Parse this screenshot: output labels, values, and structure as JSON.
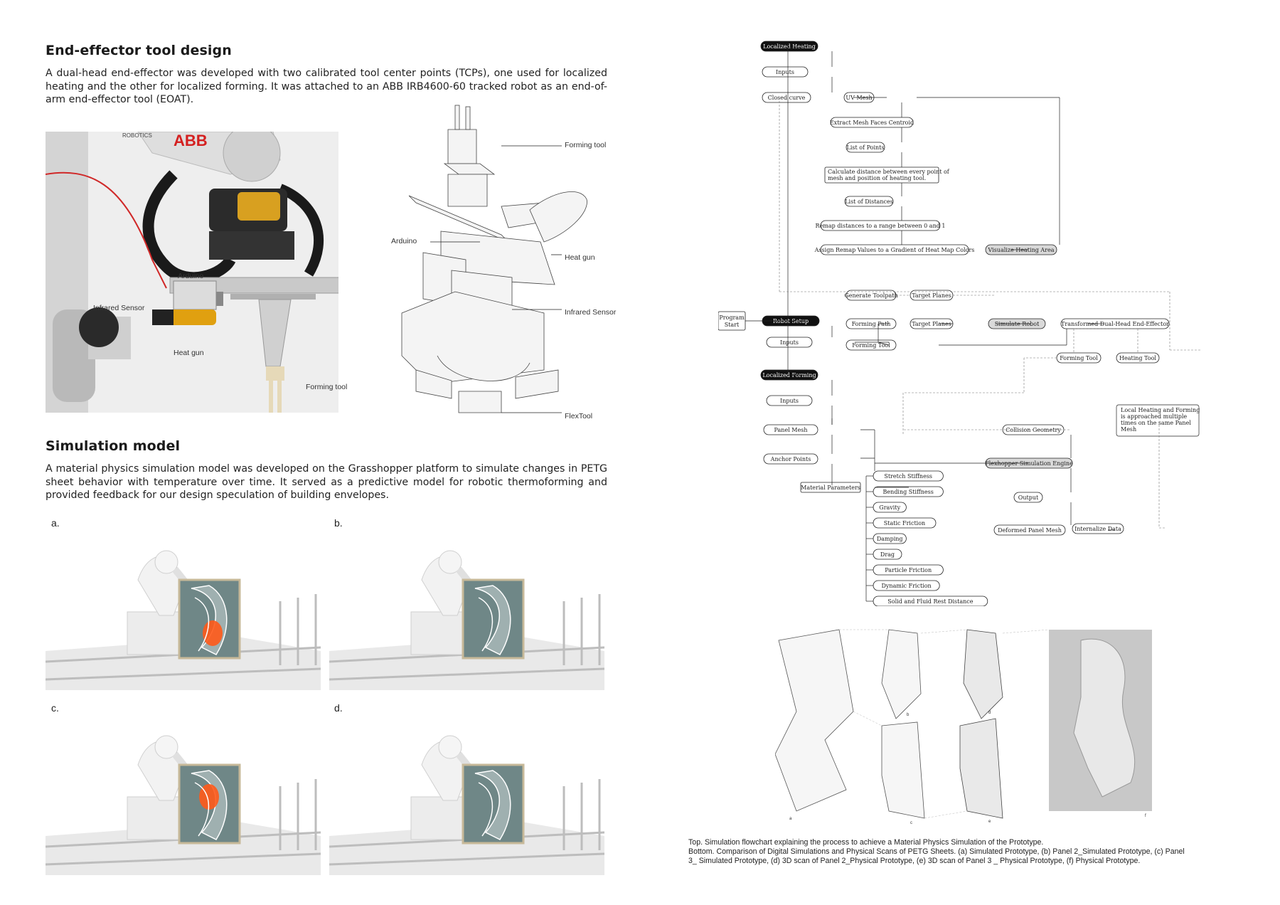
{
  "sections": {
    "end_effector": {
      "heading": "End-effector tool design",
      "paragraph": "A dual-head end-effector was developed with two calibrated tool center points (TCPs), one used for localized heating and the other for localized forming. It was attached to an ABB IRB4600-60 tracked robot as an end-of-arm end-effector tool (EOAT)."
    },
    "simulation": {
      "heading": "Simulation model",
      "paragraph": "A material physics simulation model was developed on the Grasshopper platform to simulate changes in PETG sheet behavior with temperature over time. It served as a predictive model for robotic thermoforming and provided feedback for our design speculation of building envelopes."
    }
  },
  "photo_labels": {
    "arduino": "Arduino",
    "infrared_sensor": "Infrared Sensor",
    "heat_gun": "Heat gun",
    "forming_tool": "Forming tool"
  },
  "diagram_labels": {
    "forming_tool": "Forming tool",
    "arduino": "Arduino",
    "heat_gun": "Heat gun",
    "infrared_sensor": "Infrared Sensor",
    "flextool": "FlexTool"
  },
  "panel_labels": [
    "a.",
    "b.",
    "c.",
    "d."
  ],
  "flowchart": {
    "localized_heating": "Localized Heating",
    "inputs_1": "Inputs",
    "closed_curve": "Closed curve",
    "uv_mesh": "UV Mesh",
    "extract_centroid": "Extract Mesh Faces Centroid",
    "list_points": "List of Points",
    "calc_distance_1": "Calculate distance between every point of",
    "calc_distance_2": "mesh and position of heating tool.",
    "list_distances": "List of Distances",
    "remap": "Remap distances to a range between 0 and 1",
    "assign_remap": "Assign Remap Values to a Gradient of Heat Map Colors",
    "visualize": "Visualize Heating Area",
    "generate_toolpath": "Generate Toolpath",
    "target_planes_1": "Target Planes",
    "program_start_1": "Program",
    "program_start_2": "Start",
    "robot_setup": "Robot Setup",
    "forming_path": "Forming Path",
    "target_planes_2": "Target Planes",
    "simulate_robot": "Simulate Robot",
    "transformed": "Transformed Dual-Head End-Effector",
    "inputs_2": "Inputs",
    "forming_tool_input": "Forming Tool",
    "forming_tool_out": "Forming Tool",
    "heating_tool_out": "Heating Tool",
    "localized_forming": "Localized Forming",
    "inputs_3": "Inputs",
    "panel_mesh": "Panel Mesh",
    "anchor_points": "Anchor Points",
    "material_parameters": "Material Parameters",
    "params": [
      "Stretch Stiffness",
      "Bending Stiffness",
      "Gravity",
      "Static Friction",
      "Damping",
      "Drag",
      "Particle Friction",
      "Dynamic Friction",
      "Solid and Fluid Rest Distance"
    ],
    "collision_geometry": "Collision Geometry",
    "flexhopper": "Flexhopper Simulation Engine",
    "output": "Output",
    "deformed_panel": "Deformed Panel Mesh",
    "internalize": "Internalize Data",
    "note": [
      "Local Heating and Forming",
      "is approached multiple",
      "times on the same Panel",
      "Mesh"
    ]
  },
  "scan_letters": [
    "a",
    "b",
    "c",
    "d",
    "e",
    "f"
  ],
  "caption": {
    "line1": "Top. Simulation flowchart explaining the process to achieve a Material Physics Simulation of the Prototype.",
    "line2": "Bottom. Comparison of Digital Simulations and Physical Scans of PETG Sheets. (a) Simulated Prototype, (b) Panel 2_Simulated Prototype, (c) Panel",
    "line3": "3_ Simulated Prototype, (d) 3D scan of Panel 2_Physical Prototype, (e) 3D scan of Panel 3 _ Physical Prototype, (f) Physical Prototype."
  },
  "colors": {
    "dark_node": "#111111",
    "grey_node": "#d9d9d9",
    "heat": "#ff5a1a",
    "panel_tint": "#6f8787"
  }
}
